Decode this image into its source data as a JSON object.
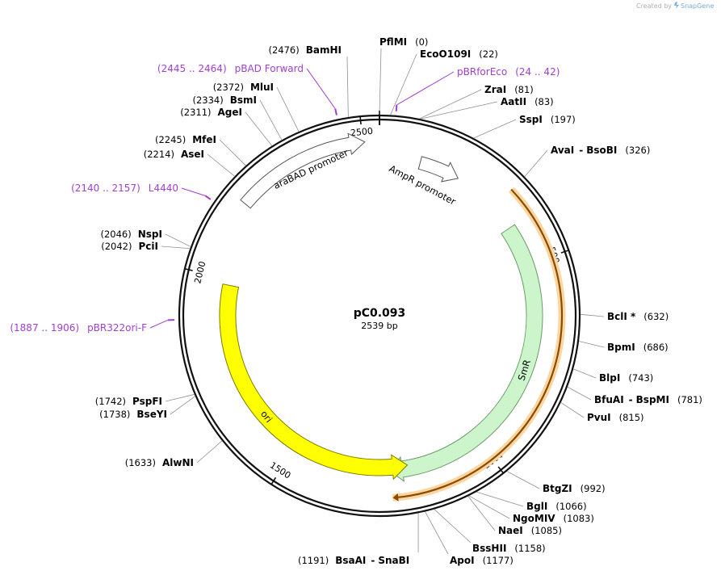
{
  "plasmid": {
    "name": "pC0.093",
    "length_label": "2539 bp",
    "length": 2539
  },
  "credit": {
    "created_by": "Created by",
    "brand": "SnapGene"
  },
  "ring_ticks": [
    {
      "bp": 500,
      "label": "500"
    },
    {
      "bp": 1000,
      "label": "1000"
    },
    {
      "bp": 1500,
      "label": "1500"
    },
    {
      "bp": 2000,
      "label": "2000"
    },
    {
      "bp": 2500,
      "label": "2500"
    }
  ],
  "features": [
    {
      "name": "araBAD promoter",
      "start": 2185,
      "end": 2505,
      "fill": "#ffffff",
      "stroke": "#555555",
      "text_color": "#000000"
    },
    {
      "name": "AmpR promoter",
      "start": 105,
      "end": 210,
      "fill": "#ffffff",
      "stroke": "#555555",
      "text_color": "#000000"
    },
    {
      "name": "SmR",
      "start": 395,
      "end": 1245,
      "fill": "#ccf5cc",
      "stroke": "#6a9a6a",
      "text_color": "#000000"
    },
    {
      "name": "ori",
      "start": 1195,
      "end": 1985,
      "fill": "#ffff00",
      "stroke": "#7a7a00",
      "text_color": "#000000"
    }
  ],
  "orf": {
    "start": 326,
    "end": 1240,
    "color": "#f0a030"
  },
  "enzymes": [
    {
      "name": "PflMI",
      "pos": "(0)",
      "bp": 0
    },
    {
      "name": "EcoO109I",
      "pos": "(22)",
      "bp": 22
    },
    {
      "name": "ZraI",
      "pos": "(81)",
      "bp": 81
    },
    {
      "name": "AatII",
      "pos": "(83)",
      "bp": 83
    },
    {
      "name": "SspI",
      "pos": "(197)",
      "bp": 197
    },
    {
      "name": "AvaI",
      "name2": "BsoBI",
      "pos": "(326)",
      "bp": 326
    },
    {
      "name": "BclI *",
      "pos": "(632)",
      "bp": 632
    },
    {
      "name": "BpmI",
      "pos": "(686)",
      "bp": 686
    },
    {
      "name": "BlpI",
      "pos": "(743)",
      "bp": 743
    },
    {
      "name": "BfuAI",
      "name2": "BspMI",
      "pos": "(781)",
      "bp": 781
    },
    {
      "name": "PvuI",
      "pos": "(815)",
      "bp": 815
    },
    {
      "name": "BtgZI",
      "pos": "(992)",
      "bp": 992
    },
    {
      "name": "BglI",
      "pos": "(1066)",
      "bp": 1066
    },
    {
      "name": "NgoMIV",
      "pos": "(1083)",
      "bp": 1083
    },
    {
      "name": "NaeI",
      "pos": "(1085)",
      "bp": 1085
    },
    {
      "name": "BssHII",
      "pos": "(1158)",
      "bp": 1158
    },
    {
      "name": "ApoI",
      "pos": "(1177)",
      "bp": 1177
    },
    {
      "name": "BsaAI",
      "name2": "SnaBI",
      "pos": "(1191)",
      "bp": 1191
    },
    {
      "name": "AlwNI",
      "pos": "(1633)",
      "bp": 1633
    },
    {
      "name": "BseYI",
      "pos": "(1738)",
      "bp": 1738
    },
    {
      "name": "PspFI",
      "pos": "(1742)",
      "bp": 1742
    },
    {
      "name": "PciI",
      "pos": "(2042)",
      "bp": 2042
    },
    {
      "name": "NspI",
      "pos": "(2046)",
      "bp": 2046
    },
    {
      "name": "AseI",
      "pos": "(2214)",
      "bp": 2214
    },
    {
      "name": "MfeI",
      "pos": "(2245)",
      "bp": 2245
    },
    {
      "name": "AgeI",
      "pos": "(2311)",
      "bp": 2311
    },
    {
      "name": "BsmI",
      "pos": "(2334)",
      "bp": 2334
    },
    {
      "name": "MluI",
      "pos": "(2372)",
      "bp": 2372
    },
    {
      "name": "BamHI",
      "pos": "(2476)",
      "bp": 2476
    }
  ],
  "primers": [
    {
      "name": "pBRforEco",
      "range": "(24 .. 42)",
      "bp": 33
    },
    {
      "name": "pBAD Forward",
      "range": "(2445 .. 2464)",
      "bp": 2454
    },
    {
      "name": "L4440",
      "range": "(2140 .. 2157)",
      "bp": 2148
    },
    {
      "name": "pBR322ori-F",
      "range": "(1887 .. 1906)",
      "bp": 1896
    }
  ]
}
